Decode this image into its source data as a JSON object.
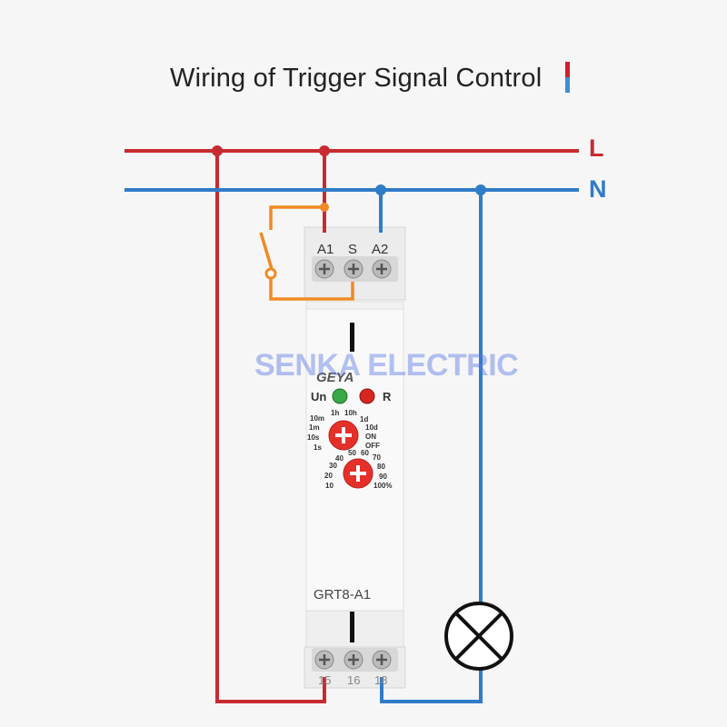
{
  "title": "Wiring of Trigger Signal Control",
  "lines": {
    "live": "L",
    "neutral": "N"
  },
  "colors": {
    "live": "#c72b30",
    "neutral": "#2f7cc8",
    "trigger": "#f08a24"
  },
  "device": {
    "brand": "GEYA",
    "model": "GRT8-A1",
    "top_terminals": [
      "A1",
      "S",
      "A2"
    ],
    "bottom_terminals": [
      "15",
      "16",
      "18"
    ],
    "leds": [
      {
        "label": "Un",
        "color": "green"
      },
      {
        "label": "R",
        "color": "red"
      }
    ],
    "time_dial": {
      "left": [
        "10m",
        "1m",
        "10s",
        "1s"
      ],
      "top": [
        "1h",
        "10h"
      ],
      "right": [
        "1d",
        "10d",
        "ON",
        "OFF"
      ]
    },
    "percent_dial": {
      "top": [
        "40",
        "50",
        "60",
        "70"
      ],
      "left": [
        "30",
        "20",
        "10"
      ],
      "right": [
        "80",
        "90",
        "100%"
      ]
    }
  },
  "watermark": "SENKA ELECTRIC"
}
